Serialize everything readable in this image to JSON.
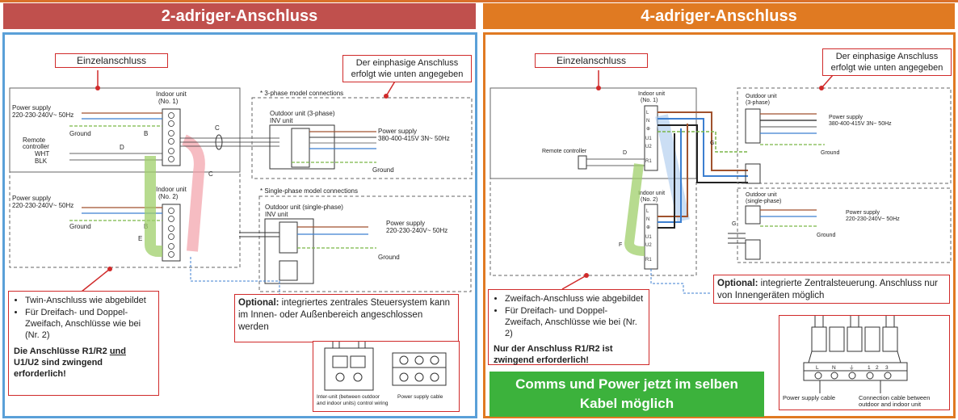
{
  "left": {
    "header": "2-adriger-Anschluss",
    "header_color": "#c0504d",
    "border_color": "#5aa0d8",
    "callout_single": "Einzelanschluss",
    "callout_onephase": "Der einphasige Anschluss erfolgt wie unten angegeben",
    "bullets": [
      "Twin-Anschluss wie abgebildet",
      "Für Dreifach- und Doppel-Zweifach, Anschlüsse wie bei (Nr. 2)"
    ],
    "required_prefix": "Die Anschlüsse R1/R2",
    "required_und": "und",
    "required_suffix": "U1/U2 sind zwingend erforderlich!",
    "optional_bold": "Optional:",
    "optional_text": "integriertes zentrales Steuersystem kann im Innen- oder Außenbereich angeschlossen werden",
    "diagram": {
      "indoor1": "Indoor unit",
      "indoor1_no": "(No. 1)",
      "indoor2": "Indoor unit",
      "indoor2_no": "(No. 2)",
      "power_supply": "Power supply",
      "power_voltage": "220-230-240V~ 50Hz",
      "ground": "Ground",
      "remote": "Remote",
      "controller": "controller",
      "wht": "WHT",
      "blk": "BLK",
      "three_phase_title": "* 3-phase model connections",
      "outdoor_3phase": "Outdoor unit (3-phase)",
      "inv_unit": "INV unit",
      "power_3phase": "380-400-415V 3N~ 50Hz",
      "single_phase_title": "* Single-phase model connections",
      "outdoor_single": "Outdoor unit (single-phase)",
      "power_single": "220-230-240V~ 50Hz",
      "label_b": "B",
      "label_c": "C",
      "label_d": "D",
      "label_e": "E",
      "inter_unit": "Inter-unit (between outdoor",
      "inter_unit2": "and indoor units) control wiring",
      "power_cable": "Power supply cable"
    }
  },
  "right": {
    "header": "4-adriger-Anschluss",
    "header_color": "#e07a22",
    "border_color": "#e07a22",
    "callout_single": "Einzelanschluss",
    "callout_onephase": "Der einphasige Anschluss erfolgt wie unten angegeben",
    "bullets": [
      "Zweifach-Anschluss wie abgebildet",
      "Für Dreifach- und Doppel-Zweifach, Anschlüsse wie bei (Nr. 2)"
    ],
    "required": "Nur der Anschluss R1/R2 ist zwingend erforderlich!",
    "optional_bold": "Optional:",
    "optional_text": "integrierte Zentralsteuerung. Anschluss nur von Innengeräten möglich",
    "green_box": "Comms und Power jetzt im selben Kabel möglich",
    "green_color": "#3cb23c",
    "diagram": {
      "indoor1": "Indoor unit",
      "indoor1_no": "(No. 1)",
      "indoor2": "Indoor unit",
      "indoor2_no": "(No. 2)",
      "outdoor_3phase": "Outdoor unit",
      "outdoor_3phase_sub": "(3-phase)",
      "power_supply": "Power supply",
      "power_3phase": "380-400-415V 3N~ 50Hz",
      "outdoor_single": "Outdoor unit",
      "outdoor_single_sub": "(single-phase)",
      "power_single": "220-230-240V~ 50Hz",
      "ground": "Ground",
      "remote": "Remote controller",
      "label_d": "D",
      "label_f": "F",
      "label_g": "G",
      "power_cable": "Power supply cable",
      "conn_cable": "Connection cable between",
      "conn_cable2": "outdoor and indoor unit"
    }
  }
}
